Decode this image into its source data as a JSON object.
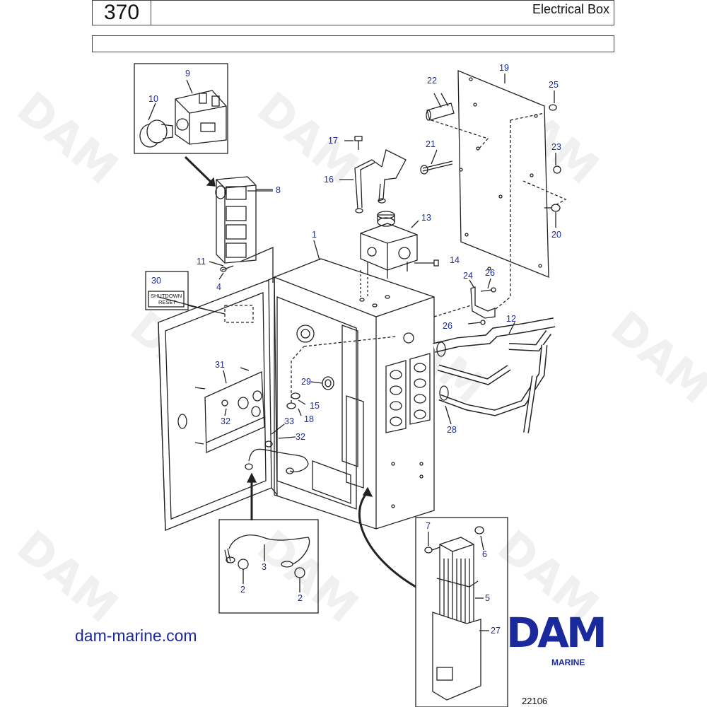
{
  "header": {
    "page_number": "370",
    "title": "Electrical Box"
  },
  "watermark": {
    "text": "DAM"
  },
  "callouts": {
    "c1": "1",
    "c2a": "2",
    "c2b": "2",
    "c3": "3",
    "c4": "4",
    "c5": "5",
    "c6": "6",
    "c7": "7",
    "c8": "8",
    "c9": "9",
    "c10": "10",
    "c11": "11",
    "c12": "12",
    "c13": "13",
    "c14": "14",
    "c15": "15",
    "c16": "16",
    "c17": "17",
    "c18": "18",
    "c19": "19",
    "c20": "20",
    "c21": "21",
    "c22": "22",
    "c23": "23",
    "c24": "24",
    "c25": "25",
    "c26a": "26",
    "c26b": "26",
    "c27": "27",
    "c28": "28",
    "c29": "29",
    "c30": "30",
    "c31": "31",
    "c32a": "32",
    "c32b": "32",
    "c33": "33"
  },
  "decal": {
    "line1": "SHUTDOWN",
    "line2": "RESET"
  },
  "footer": {
    "website": "dam-marine.com",
    "logo": "DAM",
    "logo_sub": "MARINE",
    "figure_code": "22106"
  },
  "colors": {
    "callout": "#1a2a9c",
    "line": "#222222",
    "brand": "#1a2a9c"
  }
}
